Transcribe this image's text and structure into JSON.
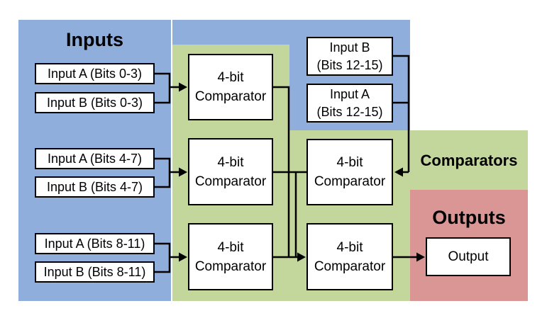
{
  "titles": {
    "inputs": "Inputs",
    "comparators": "Comparators",
    "outputs": "Outputs"
  },
  "colors": {
    "inputs_region": "#8FAEDB",
    "comparators_region": "#C3D69B",
    "outputs_region": "#D99694",
    "connector": "#000000",
    "node_background": "#FFFFFF",
    "node_border": "#000000"
  },
  "nodes": {
    "input_a_0_3": "Input A (Bits 0-3)",
    "input_b_0_3": "Input B (Bits 0-3)",
    "input_a_4_7": "Input A (Bits 4-7)",
    "input_b_4_7": "Input B (Bits 4-7)",
    "input_a_8_11": "Input A (Bits 8-11)",
    "input_b_8_11": "Input B (Bits 8-11)",
    "input_b_12_15": {
      "line1": "Input B",
      "line2": "(Bits 12-15)"
    },
    "input_a_12_15": {
      "line1": "Input A",
      "line2": "(Bits 12-15)"
    },
    "comparator": {
      "line1": "4-bit",
      "line2": "Comparator"
    },
    "output": "Output"
  }
}
